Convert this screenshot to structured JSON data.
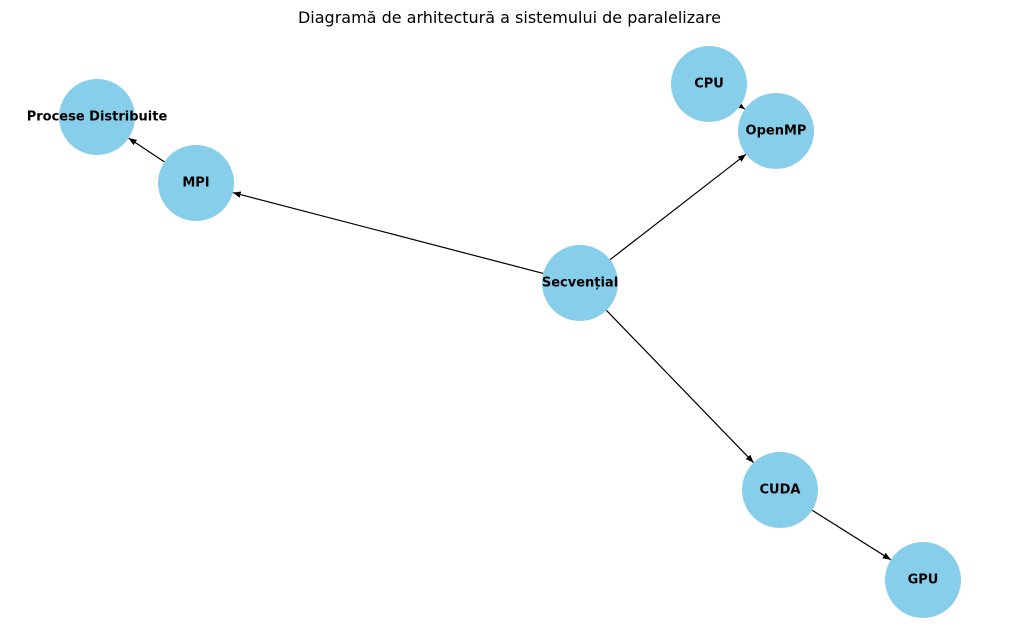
{
  "title": "Diagramă de arhitectură a sistemului de paralelizare",
  "node_color": "#87CEEB",
  "edge_color": "#000000",
  "nodes": [
    {
      "id": "secvential",
      "label": "Secvențial"
    },
    {
      "id": "mpi",
      "label": "MPI"
    },
    {
      "id": "procese",
      "label": "Procese Distribuite"
    },
    {
      "id": "openmp",
      "label": "OpenMP"
    },
    {
      "id": "cpu",
      "label": "CPU"
    },
    {
      "id": "cuda",
      "label": "CUDA"
    },
    {
      "id": "gpu",
      "label": "GPU"
    }
  ],
  "edges": [
    {
      "from": "secvential",
      "to": "mpi"
    },
    {
      "from": "secvential",
      "to": "openmp"
    },
    {
      "from": "secvential",
      "to": "cuda"
    },
    {
      "from": "mpi",
      "to": "procese"
    },
    {
      "from": "cpu",
      "to": "openmp"
    },
    {
      "from": "cuda",
      "to": "gpu"
    }
  ]
}
